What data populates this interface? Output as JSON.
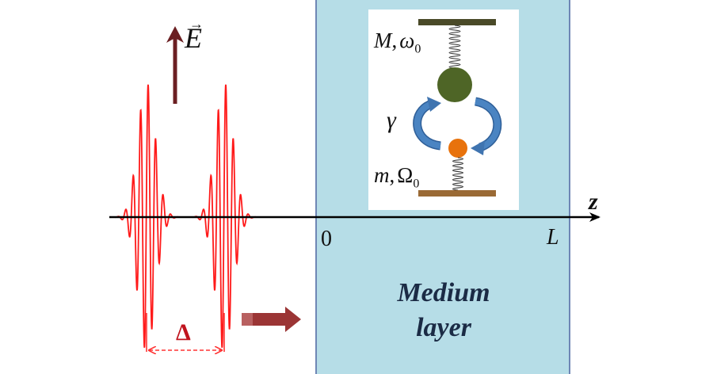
{
  "figure": {
    "field_label": "E",
    "field_vector_arrow": "→",
    "axis_label": "z",
    "origin_label": "0",
    "length_label": "L",
    "delay_label": "Δ",
    "medium_label_line1": "Medium",
    "medium_label_line2": "layer",
    "inset": {
      "heavy_label_mass": "M",
      "heavy_label_sep": ",",
      "heavy_label_freq": "ω",
      "heavy_label_sub": "0",
      "coupling_label": "γ",
      "light_label_mass": "m",
      "light_label_sep": ",",
      "light_label_freq": "Ω",
      "light_label_sub": "0"
    },
    "pulses": {
      "count": 2,
      "description": "two identical few-cycle pulses separated by delay Δ, propagating toward the medium"
    },
    "colors": {
      "pulse": "#ff1a1a",
      "field_arrow": "#6b1f22",
      "propagation_arrow": "#9b3535",
      "delay_marker": "#ff3333",
      "delta_symbol": "#c0141e",
      "medium_fill": "#b6dde7",
      "medium_border": "#6f86b5",
      "heavy_mass": "#4e6526",
      "light_mass": "#e8720c",
      "top_wall": "#4a4a28",
      "bottom_wall": "#9a6a35",
      "coupling_arrows": "#3f74b0",
      "axis": "#000000",
      "medium_text": "#1b2b45"
    }
  }
}
